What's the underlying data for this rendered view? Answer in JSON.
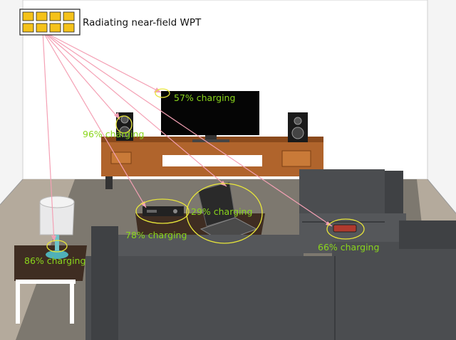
{
  "title": "Radiating near-field WPT",
  "devices": [
    {
      "id": "tv",
      "label": "57% charging",
      "percent": 57
    },
    {
      "id": "speaker",
      "label": "96% charging",
      "percent": 96
    },
    {
      "id": "laptop",
      "label": "29% charging",
      "percent": 29
    },
    {
      "id": "receiver",
      "label": "78% charging",
      "percent": 78
    },
    {
      "id": "lamp",
      "label": "86% charging",
      "percent": 86
    },
    {
      "id": "phone",
      "label": "66% charging",
      "percent": 66
    }
  ],
  "colors": {
    "beam": "#f4a0b4",
    "label": "#8ad61c",
    "highlight": "#e8e63a",
    "transmitter_cell": "#f5c21a"
  }
}
